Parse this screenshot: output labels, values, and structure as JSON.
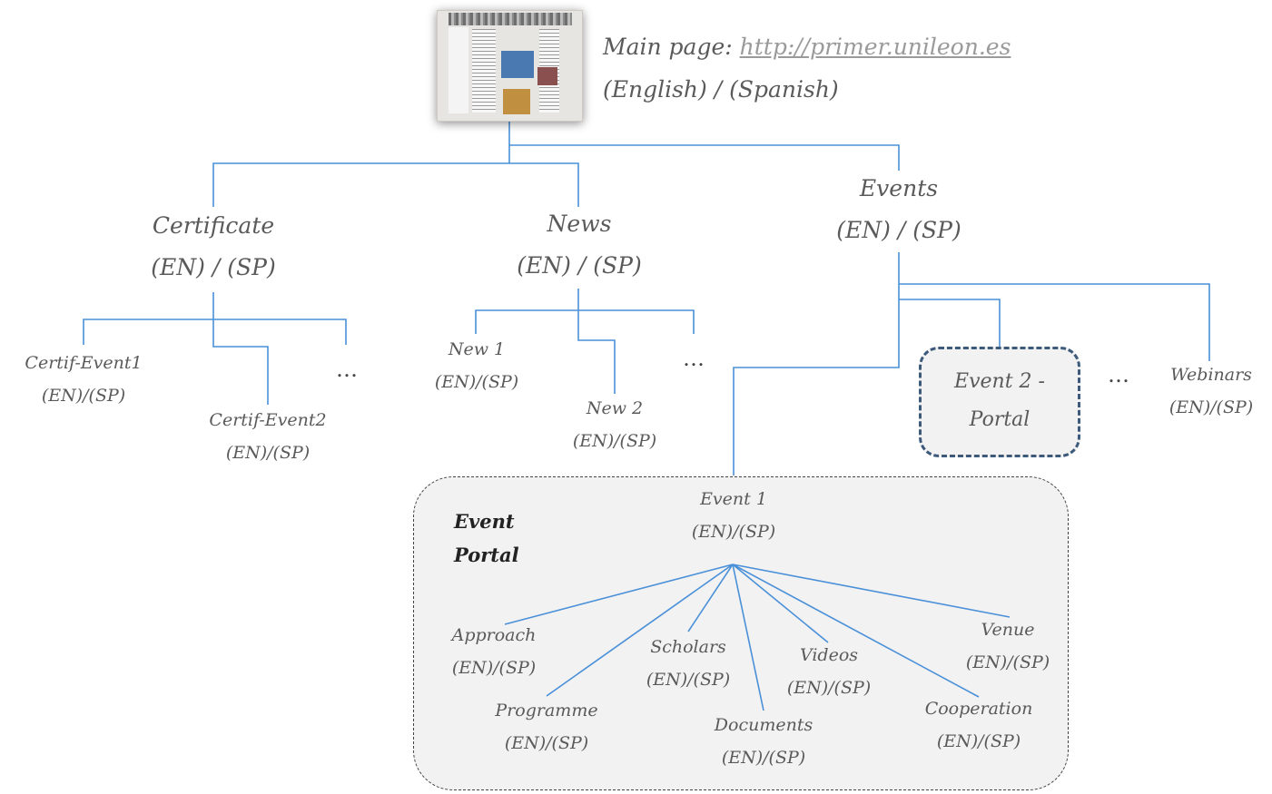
{
  "main": {
    "caption_prefix": "Main page: ",
    "url": "http://primer.unileon.es",
    "languages": "(English) / (Spanish)"
  },
  "lang_pair_spaced": "(EN) / (SP)",
  "lang_pair": "(EN)/(SP)",
  "ellipsis": "…",
  "sections": {
    "certificate": "Certificate",
    "news": "News",
    "events": "Events"
  },
  "certificate_children": {
    "event1": "Certif-Event1",
    "event2": "Certif-Event2"
  },
  "news_children": {
    "new1": "New 1",
    "new2": "New 2"
  },
  "events_children": {
    "event1": "Event 1",
    "event2_line1": "Event 2 -",
    "event2_line2": "Portal",
    "webinars": "Webinars"
  },
  "portal": {
    "tag_line1": "Event",
    "tag_line2": "Portal",
    "items": {
      "approach": "Approach",
      "programme": "Programme",
      "scholars": "Scholars",
      "documents": "Documents",
      "videos": "Videos",
      "cooperation": "Cooperation",
      "venue": "Venue"
    }
  },
  "colors": {
    "connector": "#4a90d9",
    "text": "#5a5a5a",
    "event2_border": "#3d5a7a",
    "portal_fill": "#f2f2f2"
  }
}
